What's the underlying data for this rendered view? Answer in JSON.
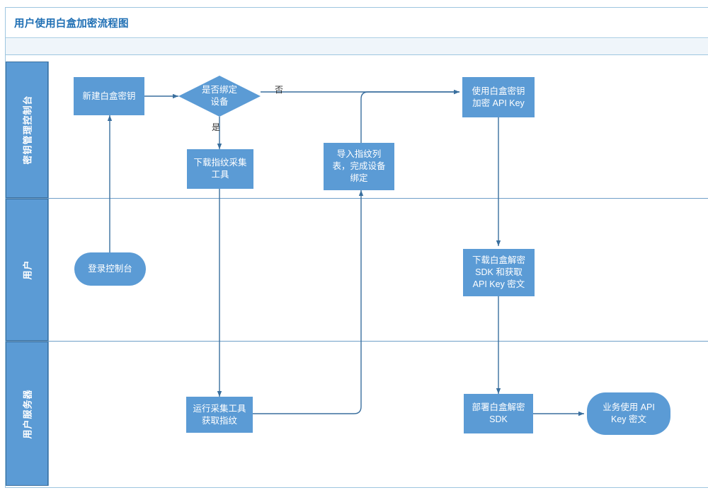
{
  "document": {
    "title": "用户使用白盒加密流程图",
    "title_color": "#1f6fb4",
    "frame_border_color": "#9ec6e0",
    "subbar_color": "#eff5fa"
  },
  "theme": {
    "node_fill": "#5b9bd5",
    "node_text": "#ffffff",
    "lane_header_fill": "#5b9bd5",
    "lane_border": "#6f9fc8",
    "connector": "#3a6f9e"
  },
  "diagram": {
    "type": "swimlane-flowchart",
    "lanes": [
      {
        "id": "lane-console",
        "label": "密钥管理控制台"
      },
      {
        "id": "lane-user",
        "label": "用户"
      },
      {
        "id": "lane-server",
        "label": "用户服务器"
      }
    ],
    "nodes": [
      {
        "id": "n1",
        "lane": "lane-console",
        "shape": "rect",
        "label": "新建白盒密钥"
      },
      {
        "id": "n2",
        "lane": "lane-console",
        "shape": "diamond",
        "label": "是否绑定\n设备"
      },
      {
        "id": "n3",
        "lane": "lane-console",
        "shape": "rect",
        "label": "下载指纹采集\n工具"
      },
      {
        "id": "n4",
        "lane": "lane-console",
        "shape": "rect",
        "label": "导入指纹列\n表，完成设备\n绑定"
      },
      {
        "id": "n5",
        "lane": "lane-console",
        "shape": "rect",
        "label": "使用白盒密钥\n加密 API Key"
      },
      {
        "id": "n6",
        "lane": "lane-user",
        "shape": "pill",
        "label": "登录控制台"
      },
      {
        "id": "n7",
        "lane": "lane-user",
        "shape": "rect",
        "label": "下载白盒解密\nSDK 和获取\nAPI Key 密文"
      },
      {
        "id": "n8",
        "lane": "lane-server",
        "shape": "rect",
        "label": "运行采集工具\n获取指纹"
      },
      {
        "id": "n9",
        "lane": "lane-server",
        "shape": "rect",
        "label": "部署白盒解密\nSDK"
      },
      {
        "id": "n10",
        "lane": "lane-server",
        "shape": "pill",
        "label": "业务使用 API\nKey 密文"
      }
    ],
    "edge_labels": {
      "yes": "是",
      "no": "否"
    },
    "edges": [
      {
        "from": "n6",
        "to": "n1",
        "label": ""
      },
      {
        "from": "n1",
        "to": "n2",
        "label": ""
      },
      {
        "from": "n2",
        "to": "n3",
        "label": "是"
      },
      {
        "from": "n2",
        "to": "n5",
        "label": "否"
      },
      {
        "from": "n3",
        "to": "n8",
        "label": ""
      },
      {
        "from": "n8",
        "to": "n4",
        "label": ""
      },
      {
        "from": "n4",
        "to": "n5",
        "label": ""
      },
      {
        "from": "n5",
        "to": "n7",
        "label": ""
      },
      {
        "from": "n7",
        "to": "n9",
        "label": ""
      },
      {
        "from": "n9",
        "to": "n10",
        "label": ""
      }
    ]
  }
}
